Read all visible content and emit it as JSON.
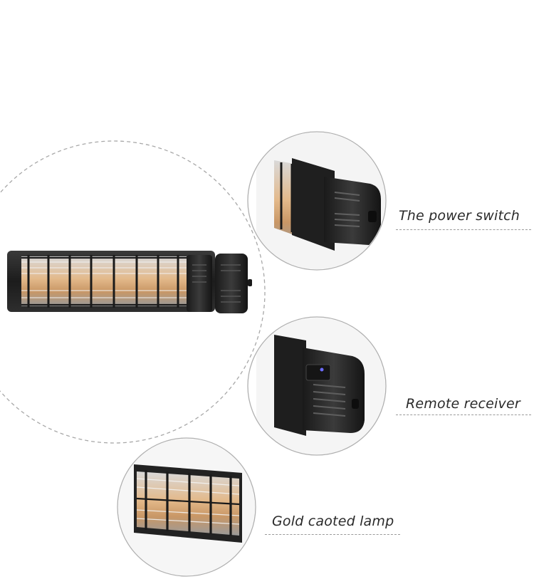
{
  "callouts": {
    "power_switch": "The power switch",
    "remote_receiver": "Remote receiver",
    "gold_lamp": "Gold caoted lamp"
  },
  "colors": {
    "heater_body": "#2a2a2a",
    "lamp_glow": "#e0b884",
    "lamp_silver": "#c9c9c9",
    "dashed_circle": "#9a9a9a",
    "indicator_led": "#6b6bff"
  }
}
